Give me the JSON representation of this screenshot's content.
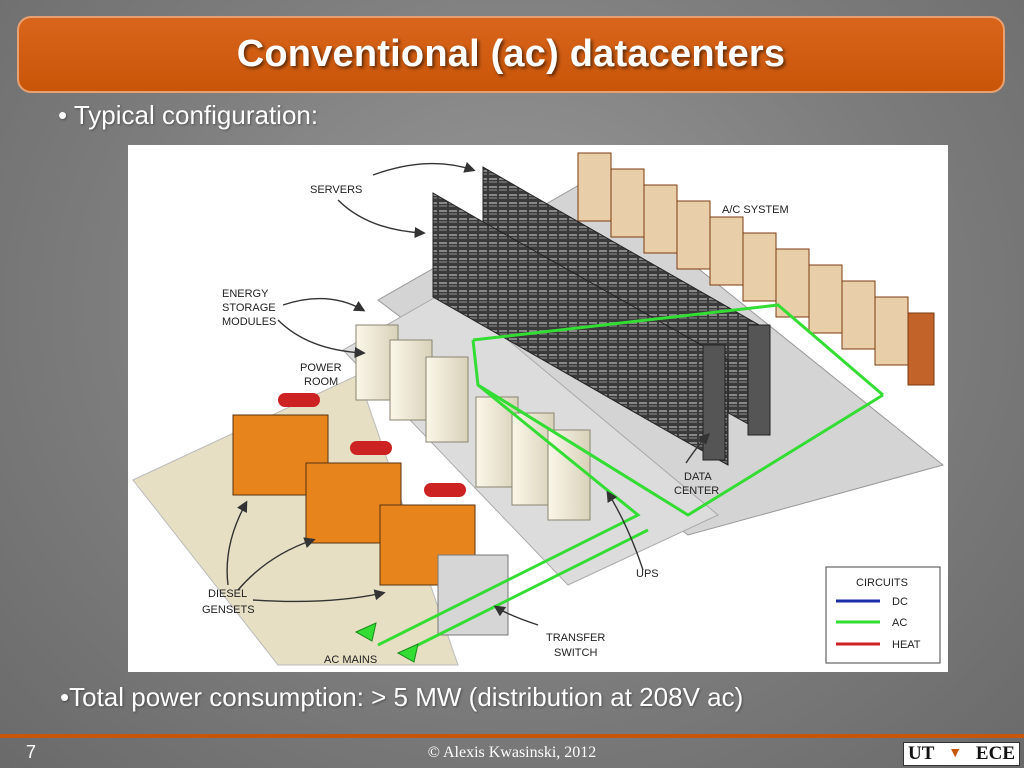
{
  "slide": {
    "title": "Conventional (ac) datacenters",
    "bullet1": "• Typical configuration:",
    "bullet2": "•Total power consumption: > 5 MW (distribution at 208V ac)",
    "page_number": "7",
    "copyright": "© Alexis Kwasinski, 2012",
    "logo_left": "UT",
    "logo_right": "ECE"
  },
  "diagram": {
    "labels": {
      "servers": "SERVERS",
      "ac_system": "A/C SYSTEM",
      "energy_storage_1": "ENERGY",
      "energy_storage_2": "STORAGE",
      "energy_storage_3": "MODULES",
      "power_room_1": "POWER",
      "power_room_2": "ROOM",
      "data_center_1": "DATA",
      "data_center_2": "CENTER",
      "ups": "UPS",
      "diesel_1": "DIESEL",
      "diesel_2": "GENSETS",
      "transfer_1": "TRANSFER",
      "transfer_2": "SWITCH",
      "ac_mains": "AC MAINS"
    },
    "legend": {
      "title": "CIRCUITS",
      "items": [
        {
          "label": "DC",
          "color": "#1a2ea8"
        },
        {
          "label": "AC",
          "color": "#33dd33"
        },
        {
          "label": "HEAT",
          "color": "#cc2222"
        }
      ]
    },
    "colors": {
      "ac_line": "#33dd33",
      "genset_orange": "#e8841c",
      "heat_red": "#cc2222"
    }
  }
}
